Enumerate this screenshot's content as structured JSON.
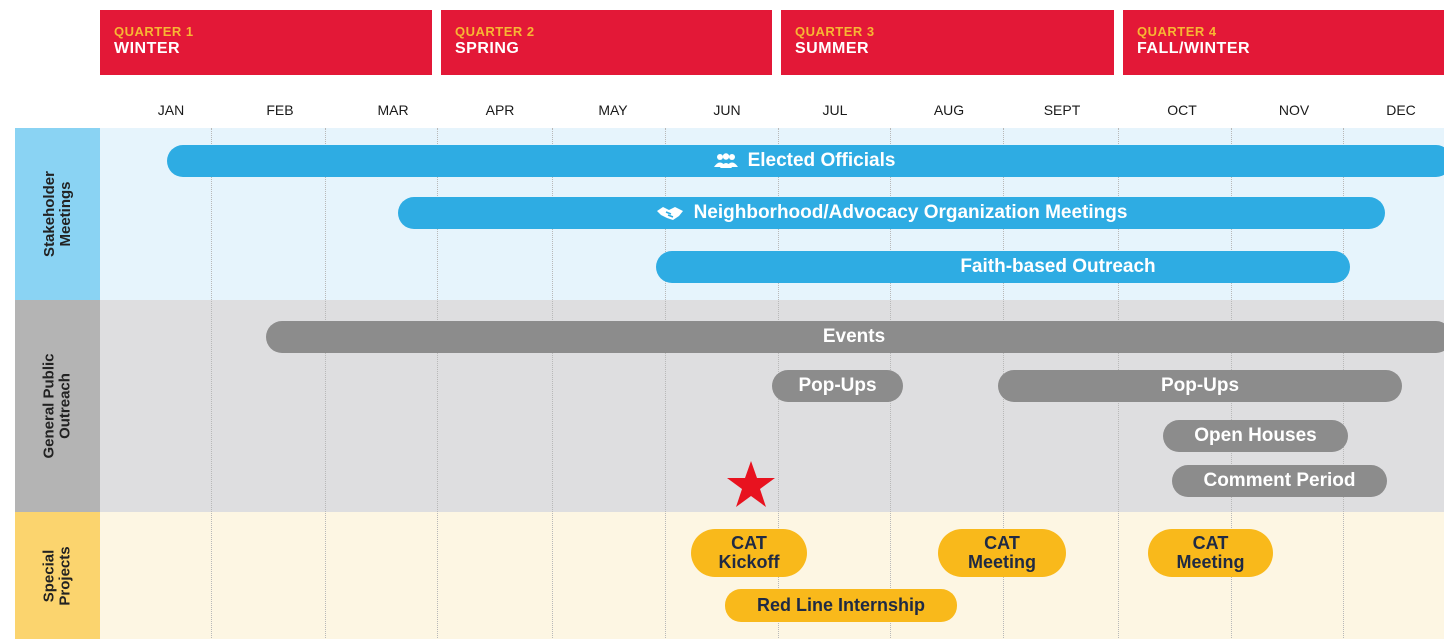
{
  "quarters": [
    {
      "num": "QUARTER 1",
      "season": "WINTER"
    },
    {
      "num": "QUARTER 2",
      "season": "SPRING"
    },
    {
      "num": "QUARTER 3",
      "season": "SUMMER"
    },
    {
      "num": "QUARTER 4",
      "season": "FALL/WINTER"
    }
  ],
  "months": [
    "JAN",
    "FEB",
    "MAR",
    "APR",
    "MAY",
    "JUN",
    "JUL",
    "AUG",
    "SEPT",
    "OCT",
    "NOV",
    "DEC"
  ],
  "sections": {
    "stakeholder": {
      "label": "Stakeholder\nMeetings",
      "color": "#8ad3f3",
      "bg": "#e6f4fc"
    },
    "public": {
      "label": "General Public\nOutreach",
      "color": "#b4b4b4",
      "bg": "#dedee0"
    },
    "special": {
      "label": "Special\nProjects",
      "color": "#fbd46e",
      "bg": "#fdf6e3"
    }
  },
  "bars": {
    "elected": "Elected Officials",
    "neighborhood": "Neighborhood/Advocacy Organization Meetings",
    "faith": "Faith-based Outreach",
    "events": "Events",
    "popups1": "Pop-Ups",
    "popups2": "Pop-Ups",
    "open_houses": "Open Houses",
    "comment": "Comment Period",
    "cat1_a": "CAT",
    "cat1_b": "Kickoff",
    "cat2_a": "CAT",
    "cat2_b": "Meeting",
    "cat3_a": "CAT",
    "cat3_b": "Meeting",
    "internship": "Red Line Internship"
  },
  "icons": {
    "elected": "people-group-icon",
    "neighborhood": "handshake-icon",
    "milestone": "star-icon"
  },
  "colors": {
    "red": "#e31837",
    "gold": "#f7b733",
    "blue": "#2eace3",
    "gray": "#8c8c8c",
    "yellow": "#f9b91b"
  }
}
